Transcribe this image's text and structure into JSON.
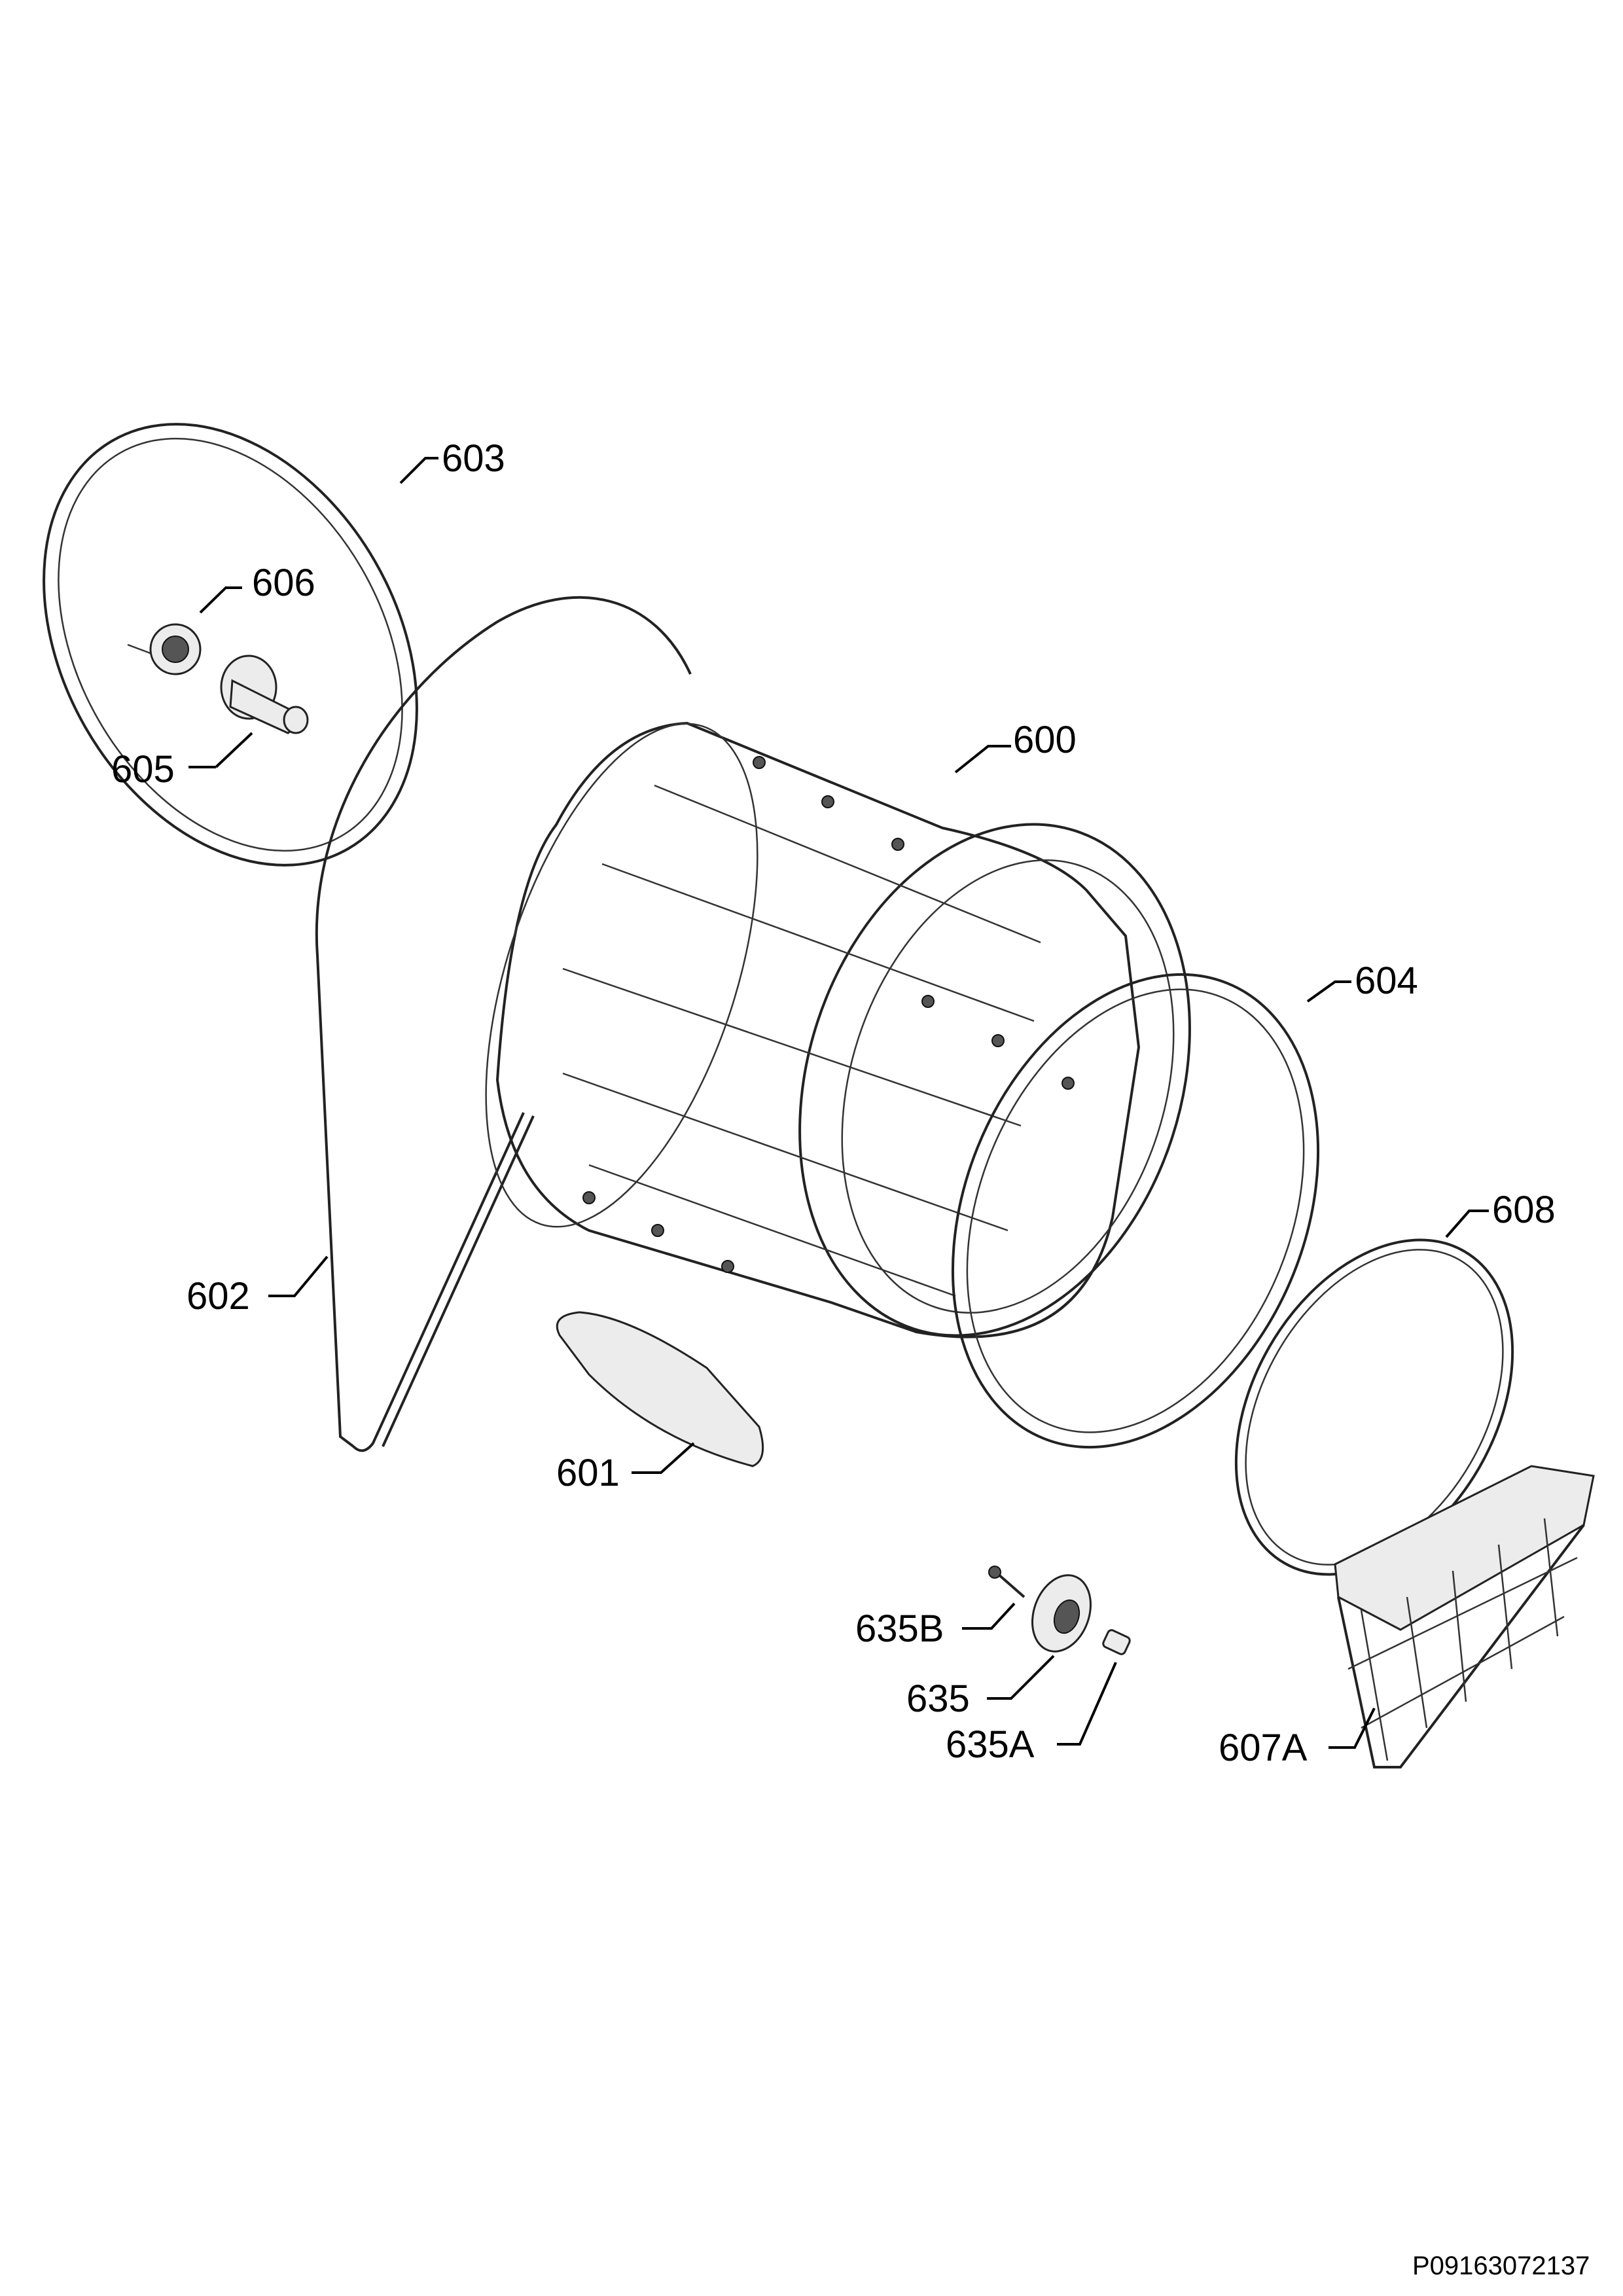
{
  "parts": [
    {
      "id": "drum",
      "label": "600"
    },
    {
      "id": "drum-lifter",
      "label": "601"
    },
    {
      "id": "drive-belt",
      "label": "602"
    },
    {
      "id": "rear-panel-seal",
      "label": "603"
    },
    {
      "id": "front-drum-seal",
      "label": "604"
    },
    {
      "id": "drum-shaft",
      "label": "605"
    },
    {
      "id": "shaft-bearing",
      "label": "606"
    },
    {
      "id": "lint-filter",
      "label": "607A"
    },
    {
      "id": "filter-seal",
      "label": "608"
    },
    {
      "id": "drum-roller",
      "label": "635"
    },
    {
      "id": "roller-bushing",
      "label": "635A"
    },
    {
      "id": "roller-screw",
      "label": "635B"
    }
  ],
  "document_code": "P09163072137"
}
